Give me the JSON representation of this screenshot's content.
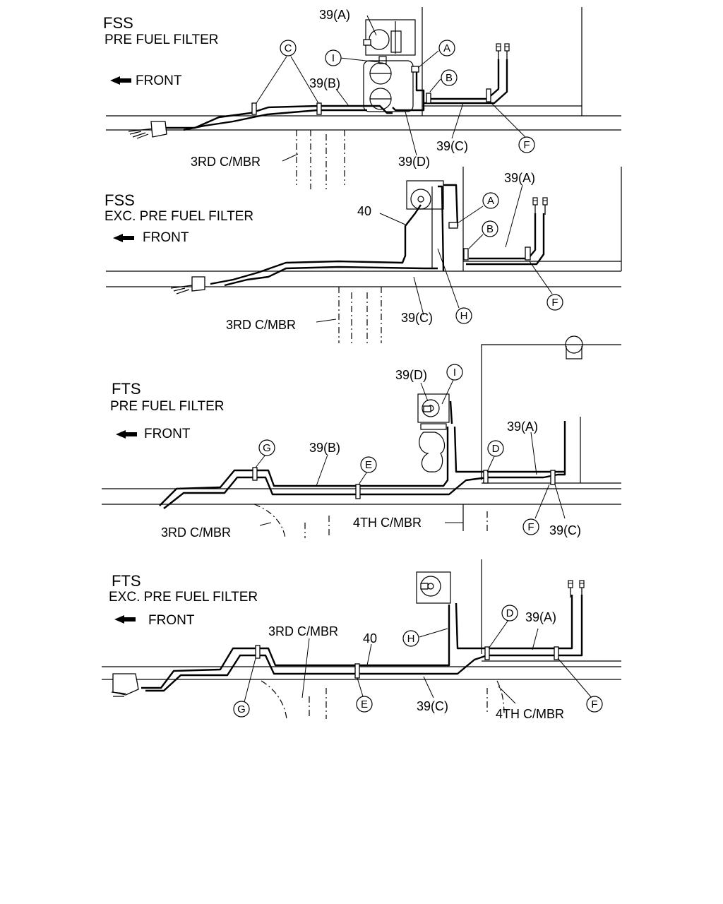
{
  "panels": [
    {
      "variant": "FSS",
      "subtitle": "PRE FUEL FILTER",
      "front": "FRONT",
      "labels": {
        "p39a": "39(A)",
        "p39b": "39(B)",
        "p39c": "39(C)",
        "p39d": "39(D)",
        "member": "3RD C/MBR"
      },
      "markers": [
        "C",
        "I",
        "A",
        "B",
        "F"
      ]
    },
    {
      "variant": "FSS",
      "subtitle": "EXC. PRE FUEL FILTER",
      "front": "FRONT",
      "labels": {
        "p40": "40",
        "p39a": "39(A)",
        "p39c": "39(C)",
        "member": "3RD C/MBR"
      },
      "markers": [
        "A",
        "B",
        "F",
        "H"
      ]
    },
    {
      "variant": "FTS",
      "subtitle": "PRE FUEL FILTER",
      "front": "FRONT",
      "labels": {
        "p39d": "39(D)",
        "p39b": "39(B)",
        "p39a": "39(A)",
        "p39c": "39(C)",
        "member3": "3RD C/MBR",
        "member4": "4TH C/MBR"
      },
      "markers": [
        "I",
        "G",
        "E",
        "D",
        "F"
      ]
    },
    {
      "variant": "FTS",
      "subtitle": "EXC. PRE FUEL FILTER",
      "front": "FRONT",
      "labels": {
        "member3": "3RD C/MBR",
        "p40": "40",
        "p39a": "39(A)",
        "p39c": "39(C)",
        "member4": "4TH C/MBR"
      },
      "markers": [
        "D",
        "H",
        "G",
        "E",
        "F"
      ]
    }
  ]
}
